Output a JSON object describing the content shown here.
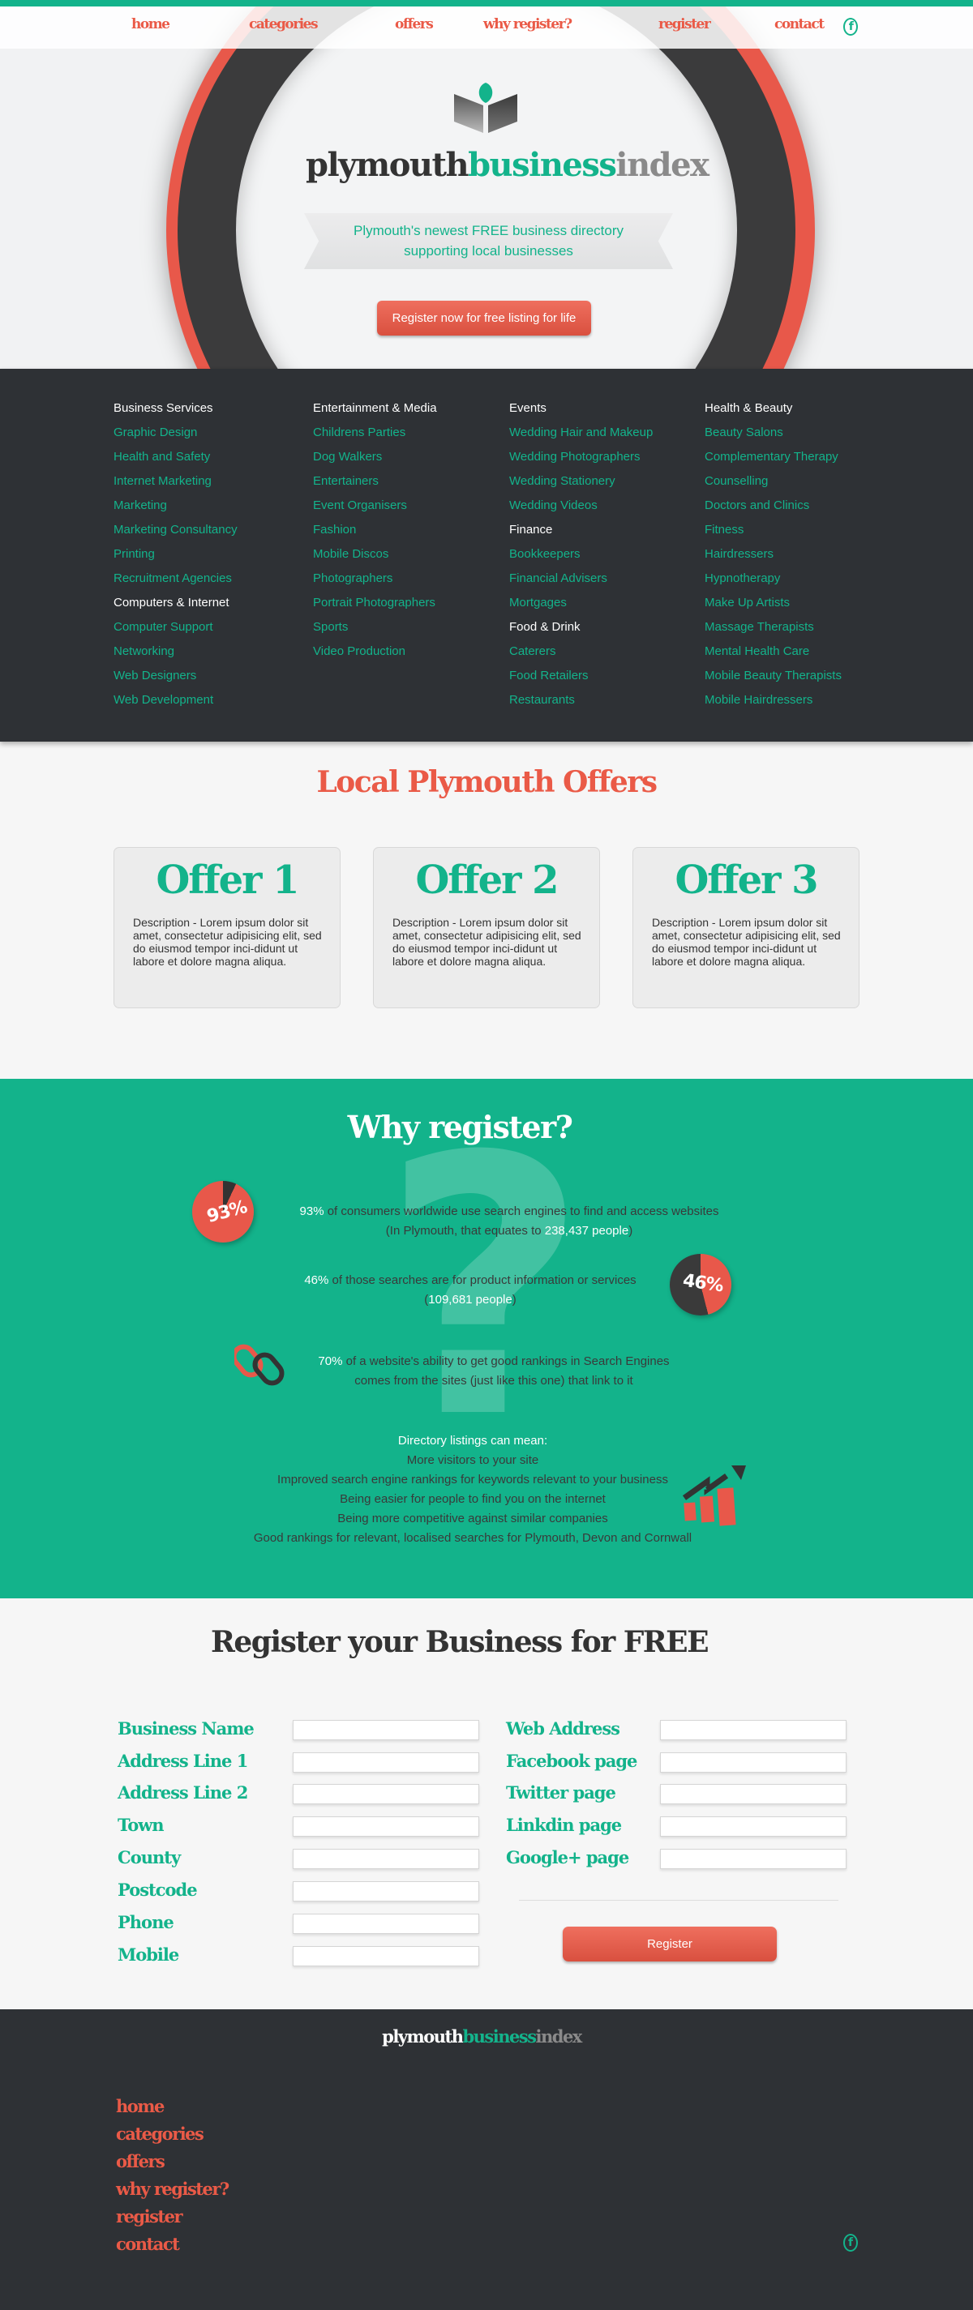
{
  "nav": {
    "items": [
      "home",
      "categories",
      "offers",
      "why register?",
      "register",
      "contact"
    ],
    "facebook_icon": "facebook-icon"
  },
  "brand": {
    "part1": "plymouth",
    "part2": "business",
    "part3": "index"
  },
  "hero": {
    "tagline_line1": "Plymouth's newest FREE business directory",
    "tagline_line2": "supporting local businesses",
    "cta": "Register now for free listing for life"
  },
  "categories": {
    "columns": [
      [
        {
          "t": "Business Services",
          "h": true
        },
        {
          "t": "Graphic Design"
        },
        {
          "t": "Health and Safety"
        },
        {
          "t": "Internet Marketing"
        },
        {
          "t": "Marketing"
        },
        {
          "t": "Marketing Consultancy"
        },
        {
          "t": "Printing"
        },
        {
          "t": "Recruitment Agencies"
        },
        {
          "t": "Computers & Internet",
          "h": true
        },
        {
          "t": "Computer Support"
        },
        {
          "t": "Networking"
        },
        {
          "t": "Web Designers"
        },
        {
          "t": "Web Development"
        }
      ],
      [
        {
          "t": "Entertainment & Media",
          "h": true
        },
        {
          "t": "Childrens Parties"
        },
        {
          "t": "Dog Walkers"
        },
        {
          "t": "Entertainers"
        },
        {
          "t": "Event Organisers"
        },
        {
          "t": "Fashion"
        },
        {
          "t": "Mobile Discos"
        },
        {
          "t": "Photographers"
        },
        {
          "t": "Portrait Photographers"
        },
        {
          "t": "Sports"
        },
        {
          "t": "Video Production"
        }
      ],
      [
        {
          "t": "Events",
          "h": true
        },
        {
          "t": "Wedding Hair and Makeup"
        },
        {
          "t": "Wedding Photographers"
        },
        {
          "t": "Wedding Stationery"
        },
        {
          "t": "Wedding Videos"
        },
        {
          "t": "Finance",
          "h": true
        },
        {
          "t": "Bookkeepers"
        },
        {
          "t": "Financial Advisers"
        },
        {
          "t": "Mortgages"
        },
        {
          "t": "Food & Drink",
          "h": true
        },
        {
          "t": "Caterers"
        },
        {
          "t": "Food Retailers"
        },
        {
          "t": "Restaurants"
        }
      ],
      [
        {
          "t": "Health & Beauty",
          "h": true
        },
        {
          "t": "Beauty Salons"
        },
        {
          "t": "Complementary Therapy"
        },
        {
          "t": "Counselling"
        },
        {
          "t": "Doctors and Clinics"
        },
        {
          "t": "Fitness"
        },
        {
          "t": "Hairdressers"
        },
        {
          "t": "Hypnotherapy"
        },
        {
          "t": "Make Up Artists"
        },
        {
          "t": "Massage Therapists"
        },
        {
          "t": "Mental Health Care"
        },
        {
          "t": "Mobile Beauty Therapists"
        },
        {
          "t": "Mobile Hairdressers"
        }
      ]
    ]
  },
  "offers": {
    "title": "Local Plymouth Offers",
    "cards": [
      {
        "title": "Offer 1",
        "desc": "Description - Lorem ipsum dolor sit amet, consectetur adipisicing elit, sed do eiusmod tempor inci-didunt ut labore et dolore magna aliqua."
      },
      {
        "title": "Offer 2",
        "desc": "Description - Lorem ipsum dolor sit amet, consectetur adipisicing elit, sed do eiusmod tempor inci-didunt ut labore et dolore magna aliqua."
      },
      {
        "title": "Offer 3",
        "desc": "Description - Lorem ipsum dolor sit amet, consectetur adipisicing elit, sed do eiusmod tempor inci-didunt ut labore et dolore magna aliqua."
      }
    ]
  },
  "why": {
    "title": "Why register?",
    "qmark": "?",
    "stat1": {
      "pct": "93%",
      "pie_value": 93,
      "l1_rest": " of consumers worldwide use search engines to find and access websites",
      "l2_pre": "(In Plymouth, that equates to ",
      "l2_num": "238,437 people",
      "l2_post": ")"
    },
    "stat2": {
      "pct": "46%",
      "pie_value": 46,
      "l1_rest": " of those searches are for product information or services",
      "l2_pre": "(",
      "l2_num": "109,681 people",
      "l2_post": ")"
    },
    "stat3": {
      "pct": "70%",
      "l1_rest": " of a website's ability to get good rankings in Search Engines",
      "l2": "comes from the sites (just like this one) that link to it"
    },
    "listings_heading": "Directory listings can mean:",
    "listings": [
      "More visitors to your site",
      "Improved search engine rankings for keywords relevant to your business",
      "Being easier for people to find you on the internet",
      "Being more competitive against similar companies",
      "Good rankings for relevant, localised searches for Plymouth, Devon and Cornwall"
    ]
  },
  "form": {
    "title": "Register your Business for FREE",
    "left_fields": [
      "Business Name",
      "Address Line 1",
      "Address Line 2",
      "Town",
      "County",
      "Postcode",
      "Phone",
      "Mobile"
    ],
    "right_fields": [
      "Web Address",
      "Facebook page",
      "Twitter page",
      "Linkdin page",
      "Google+ page"
    ],
    "submit": "Register"
  },
  "footer": {
    "links": [
      "home",
      "categories",
      "offers",
      "why register?",
      "register",
      "contact"
    ]
  },
  "colors": {
    "teal": "#13b38b",
    "red": "#ea5a47",
    "dark": "#2e3135"
  }
}
